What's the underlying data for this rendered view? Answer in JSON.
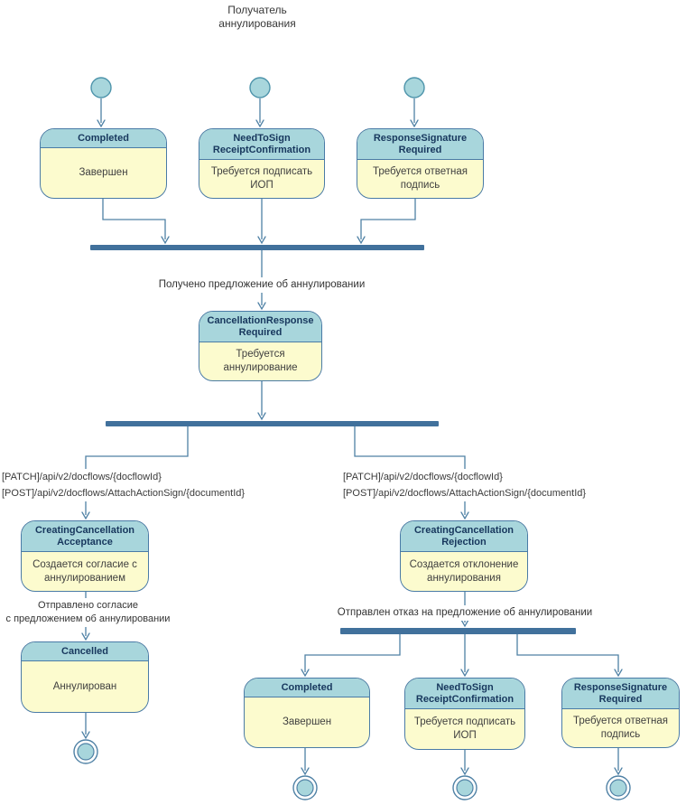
{
  "diagram": {
    "title_line1": "Получатель",
    "title_line2": "аннулирования"
  },
  "states": [
    {
      "title": "Completed",
      "subtitle": "Завершен"
    },
    {
      "title": "NeedToSign ReceiptConfirmation",
      "subtitle": "Требуется подписать ИОП"
    },
    {
      "title": "ResponseSignature Required",
      "subtitle": "Требуется ответная подпись"
    },
    {
      "title": "CancellationResponse Required",
      "subtitle": "Требуется аннулирование"
    },
    {
      "title": "CreatingCancellation Acceptance",
      "subtitle": "Создается согласие с аннулированием"
    },
    {
      "title": "CreatingCancellation Rejection",
      "subtitle": "Создается отклонение аннулирования"
    },
    {
      "title": "Cancelled",
      "subtitle": "Аннулирован"
    },
    {
      "title": "Completed",
      "subtitle": "Завершен"
    },
    {
      "title": "NeedToSign ReceiptConfirmation",
      "subtitle": "Требуется подписать ИОП"
    },
    {
      "title": "ResponseSignature Required",
      "subtitle": "Требуется ответная подпись"
    }
  ],
  "transition_labels": {
    "received_proposal": "Получено предложение об аннулировании",
    "api_patch": "[PATCH]/api/v2/docflows/{docflowId}",
    "api_post": "[POST]/api/v2/docflows/AttachActionSign/{documentId}",
    "sent_agreement_line1": "Отправлено согласие",
    "sent_agreement_line2": "с предложением об аннулировании",
    "sent_rejection": "Отправлен отказ на предложение об аннулировании"
  },
  "colors": {
    "state_header": "#a8d6dc",
    "state_body": "#fcfbce",
    "state_border": "#4a7ba6",
    "circle_border": "#4e94ab",
    "bar": "#41719c",
    "line": "#4f81a5",
    "header_text": "#17375d",
    "body_text": "#3f3f3f"
  }
}
